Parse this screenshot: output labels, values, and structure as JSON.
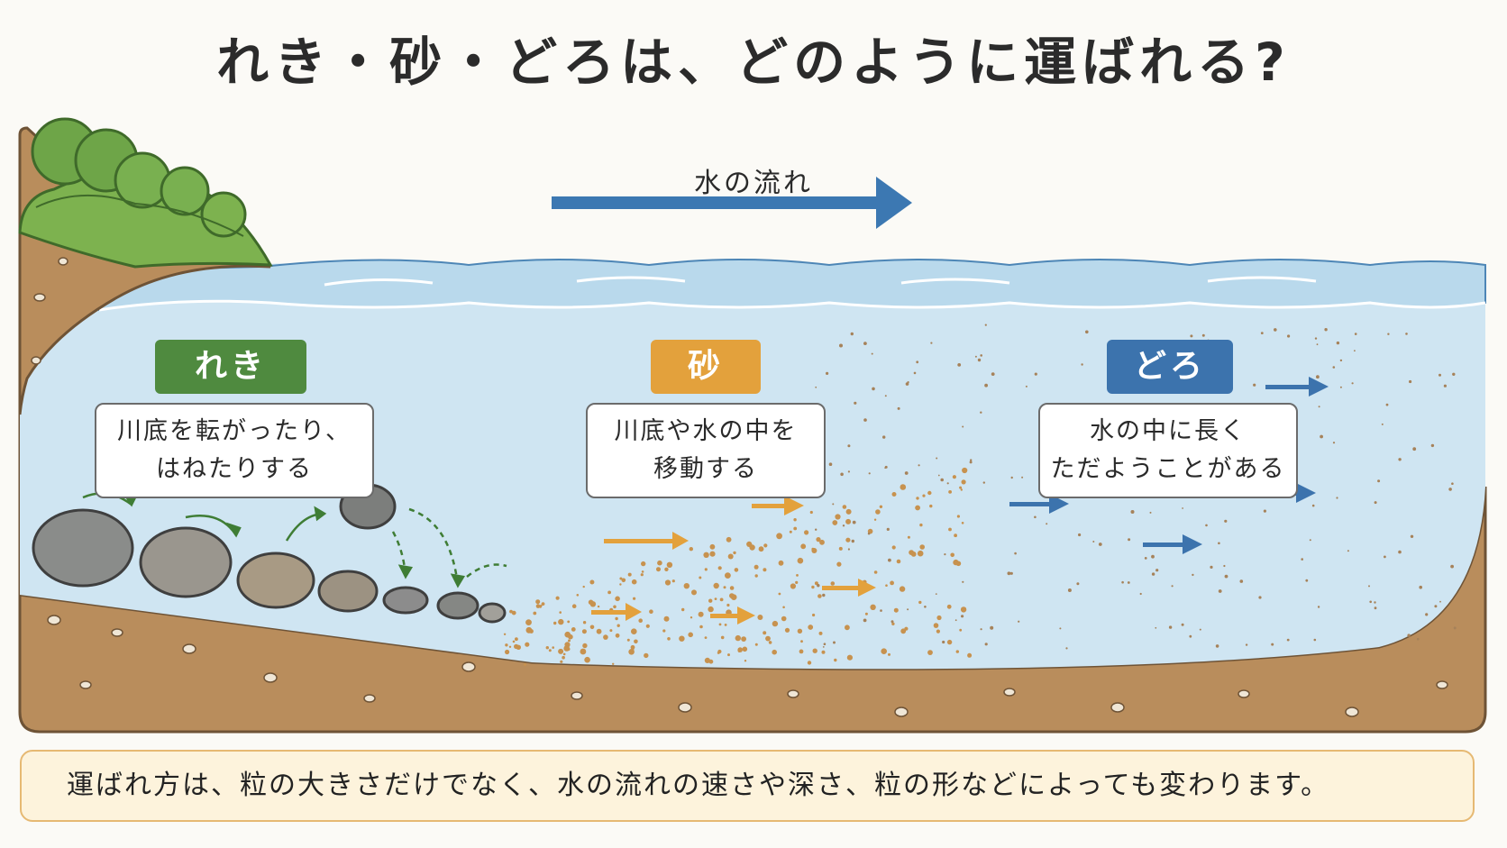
{
  "title": "れき・砂・どろは、どのように運ばれる?",
  "flow": {
    "label": "水の流れ"
  },
  "sections": {
    "gravel": {
      "tag": "れき",
      "line1": "川底を転がったり、",
      "line2": "はねたりする"
    },
    "sand": {
      "tag": "砂",
      "line1": "川底や水の中を",
      "line2": "移動する"
    },
    "mud": {
      "tag": "どろ",
      "line1": "水の中に長く",
      "line2": "ただようことがある"
    }
  },
  "footer_note": "運ばれ方は、粒の大きさだけでなく、水の流れの速さや深さ、粒の形などによっても変わります。",
  "colors": {
    "gravel_tag": "#4f8a3f",
    "sand_tag": "#e3a13c",
    "mud_tag": "#3c73ad",
    "water": "#cfe5f2",
    "ground": "#b98d5c",
    "grass": "#7db24f"
  }
}
